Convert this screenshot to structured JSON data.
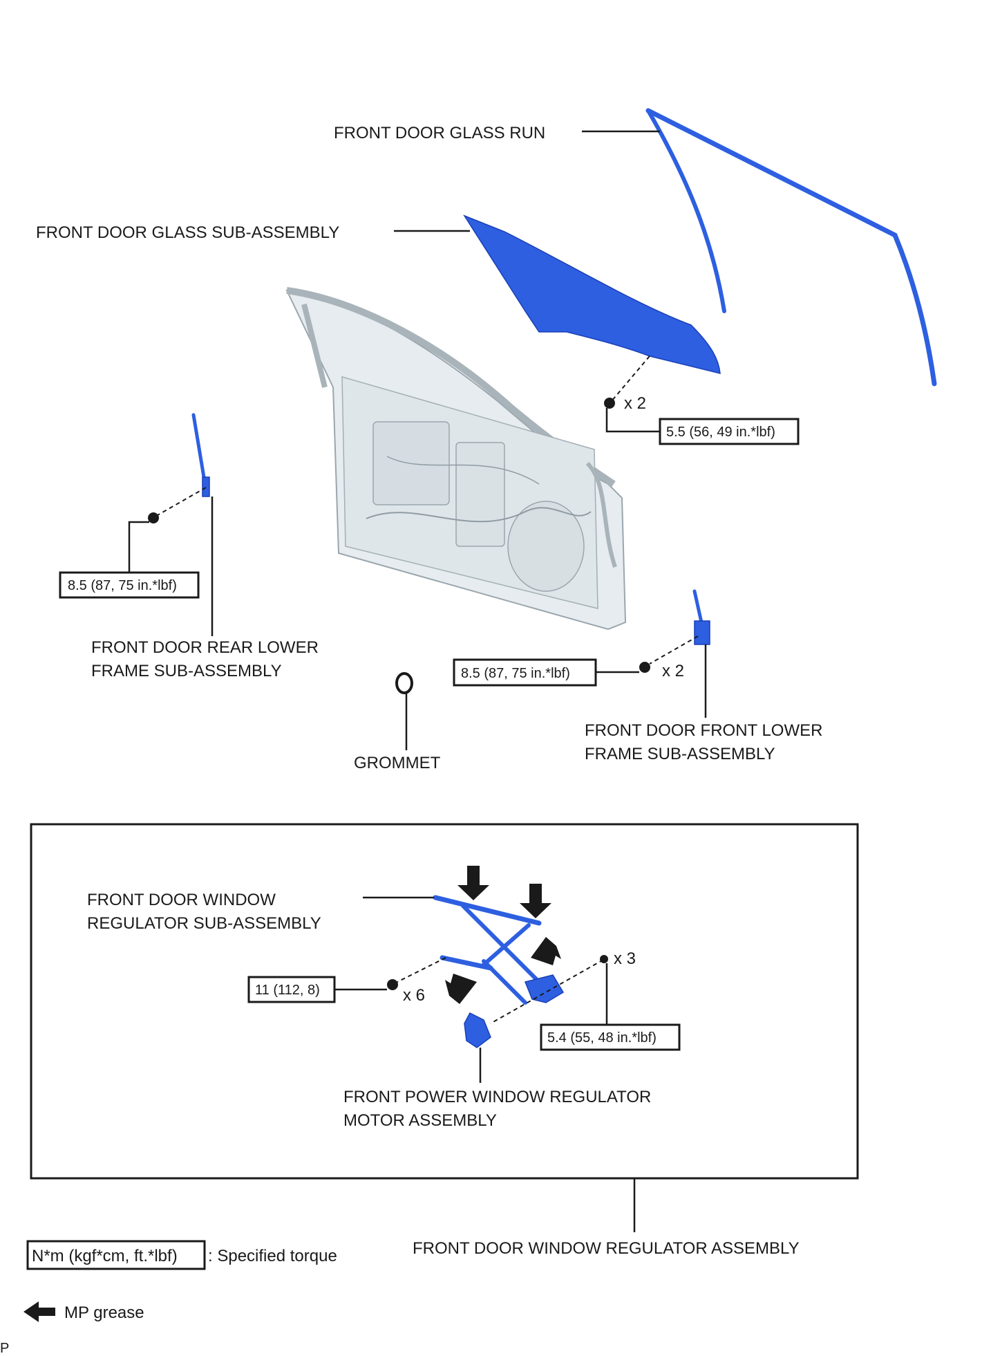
{
  "labels": {
    "glass_run": "FRONT DOOR GLASS RUN",
    "glass_sub": "FRONT DOOR GLASS SUB-ASSEMBLY",
    "rear_lower_1": "FRONT DOOR REAR LOWER",
    "rear_lower_2": "FRAME SUB-ASSEMBLY",
    "grommet": "GROMMET",
    "front_lower_1": "FRONT DOOR FRONT LOWER",
    "front_lower_2": "FRAME SUB-ASSEMBLY",
    "regulator_sub_1": "FRONT DOOR WINDOW",
    "regulator_sub_2": "REGULATOR SUB-ASSEMBLY",
    "motor_1": "FRONT POWER WINDOW REGULATOR",
    "motor_2": "MOTOR ASSEMBLY",
    "regulator_assy": "FRONT DOOR WINDOW REGULATOR ASSEMBLY"
  },
  "torques": {
    "glass_bolt": "5.5 (56, 49 in.*lbf)",
    "rear_lower_bolt": "8.5 (87, 75 in.*lbf)",
    "front_lower_bolt": "8.5 (87, 75 in.*lbf)",
    "regulator_bolt": "11 (112, 8)",
    "motor_bolt": "5.4 (55, 48 in.*lbf)"
  },
  "quantities": {
    "glass_bolt": "x 2",
    "front_lower_bolt": "x 2",
    "regulator_bolt": "x 6",
    "motor_bolt": "x 3"
  },
  "legend": {
    "torque_unit": "N*m (kgf*cm, ft.*lbf)",
    "torque_desc": ": Specified torque",
    "grease_desc": "MP grease"
  },
  "corner_mark": "P",
  "colors": {
    "part_blue": "#2d5fe0",
    "door_gray": "#e4eaee",
    "line": "#1a1a1a"
  }
}
